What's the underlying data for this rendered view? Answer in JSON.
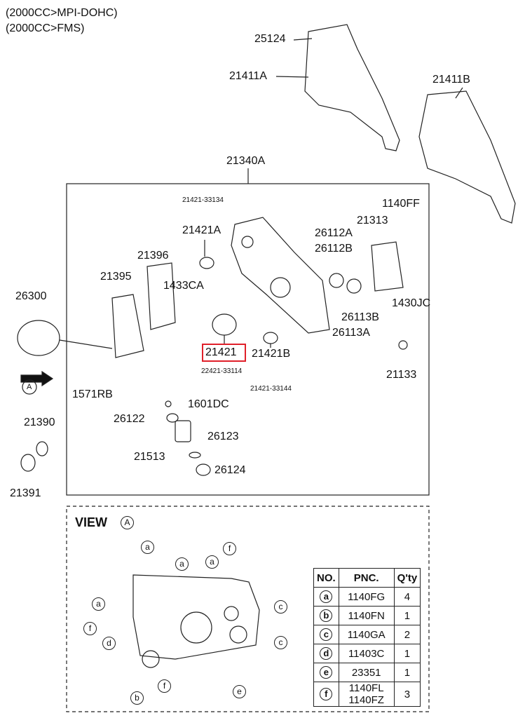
{
  "header": {
    "line1": "(2000CC>MPI-DOHC)",
    "line2": "(2000CC>FMS)"
  },
  "labels": {
    "p25124": "25124",
    "p21411A": "21411A",
    "p21411B": "21411B",
    "p21340A": "21340A",
    "p21421_33134": "21421-33134",
    "p21421A": "21421A",
    "p21396": "21396",
    "p21395": "21395",
    "p1433CA": "1433CA",
    "p26300": "26300",
    "p1140FF": "1140FF",
    "p21313": "21313",
    "p26112A": "26112A",
    "p26112B": "26112B",
    "p26113B": "26113B",
    "p26113A": "26113A",
    "p1430JC": "1430JC",
    "p21421": "21421",
    "p22421_33114": "22421-33114",
    "p21421B": "21421B",
    "p21421_33144": "21421-33144",
    "p21133": "21133",
    "p1571RB": "1571RB",
    "p1601DC": "1601DC",
    "p26122": "26122",
    "p21390": "21390",
    "p26123": "26123",
    "p21513": "21513",
    "p26124": "26124",
    "p21391": "21391",
    "arrowA": "A"
  },
  "view": {
    "title": "VIEW",
    "letter": "A",
    "callouts": [
      "a",
      "f",
      "a",
      "a",
      "a",
      "c",
      "f",
      "d",
      "c",
      "f",
      "e",
      "b"
    ]
  },
  "table": {
    "headers": [
      "NO.",
      "PNC.",
      "Q'ty"
    ],
    "rows": [
      {
        "no": "a",
        "pnc": "1140FG",
        "qty": "4"
      },
      {
        "no": "b",
        "pnc": "1140FN",
        "qty": "1"
      },
      {
        "no": "c",
        "pnc": "1140GA",
        "qty": "2"
      },
      {
        "no": "d",
        "pnc": "11403C",
        "qty": "1"
      },
      {
        "no": "e",
        "pnc": "23351",
        "qty": "1"
      },
      {
        "no": "f",
        "pnc": "1140FL",
        "pnc2": "1140FZ",
        "qty": "3"
      }
    ]
  },
  "colors": {
    "highlight": "#e0202a"
  }
}
